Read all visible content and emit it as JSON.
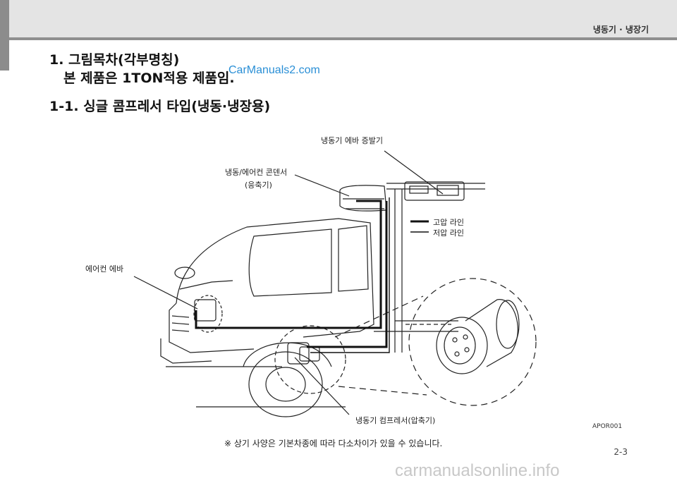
{
  "header": {
    "chapter": "냉동기 · 냉장기"
  },
  "section": {
    "title": "1. 그림목차(각부명칭)",
    "subtitle": "본 제품은 1TON적용 제품임.",
    "subsection": "1-1. 싱글 콤프레서 타입(냉동·냉장용)"
  },
  "watermark_top": "CarManuals2.com",
  "labels": {
    "evaporator": "냉동기 에바 증발기",
    "condenser_line1": "냉동/에어컨 콘덴서",
    "condenser_line2": "(응축기)",
    "high_pressure": "고압 라인",
    "low_pressure": "저압 라인",
    "ac_evaporator": "에어컨 에바",
    "compressor": "냉동기 컴프레서(압축기)"
  },
  "figure_code": "APOR001",
  "note": "※ 상기 사양은 기본차종에 따라 다소차이가 있을 수 있습니다.",
  "page_number": "2-3",
  "footer_watermark": "carmanualsonline.info",
  "colors": {
    "header_band": "#e4e4e4",
    "header_rule": "#8f8f8f",
    "watermark_blue": "#2a8fd6"
  }
}
